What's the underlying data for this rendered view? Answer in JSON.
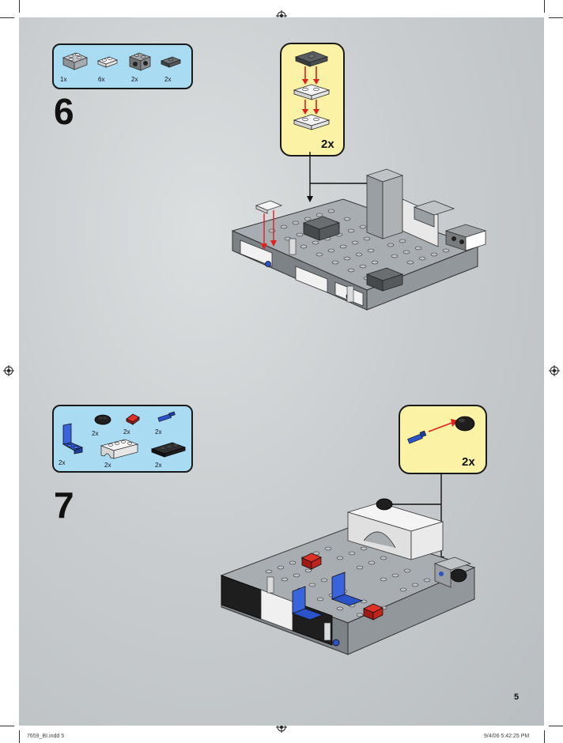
{
  "page_number": "5",
  "footer": {
    "file": "7659_BI.indd   5",
    "timestamp": "9/4/06   5:42:25 PM"
  },
  "step6": {
    "number": "6",
    "parts": [
      {
        "name": "brick-2x2-gray",
        "qty": "1x"
      },
      {
        "name": "plate-1x2-white",
        "qty": "6x"
      },
      {
        "name": "technic-brick-gray",
        "qty": "2x"
      },
      {
        "name": "plate-1x2-dark-gray",
        "qty": "2x"
      }
    ],
    "callout_qty": "2x"
  },
  "step7": {
    "number": "7",
    "parts": [
      {
        "name": "seat-blue",
        "qty": "2x"
      },
      {
        "name": "round-2x2-black",
        "qty": "2x"
      },
      {
        "name": "slope-red",
        "qty": "2x"
      },
      {
        "name": "pin-blue",
        "qty": "2x"
      },
      {
        "name": "arch-white",
        "qty": "2x"
      },
      {
        "name": "plate-black",
        "qty": "2x"
      }
    ],
    "callout_qty": "2x"
  },
  "colors": {
    "parts_box": "#a9dcf3",
    "callout": "#fbf2a6",
    "arrow_red": "#e0201c",
    "lego_gray": "#a8adb1",
    "lego_dark_gray": "#5f6366",
    "lego_blue": "#2a52c9",
    "lego_red": "#d0241c"
  }
}
